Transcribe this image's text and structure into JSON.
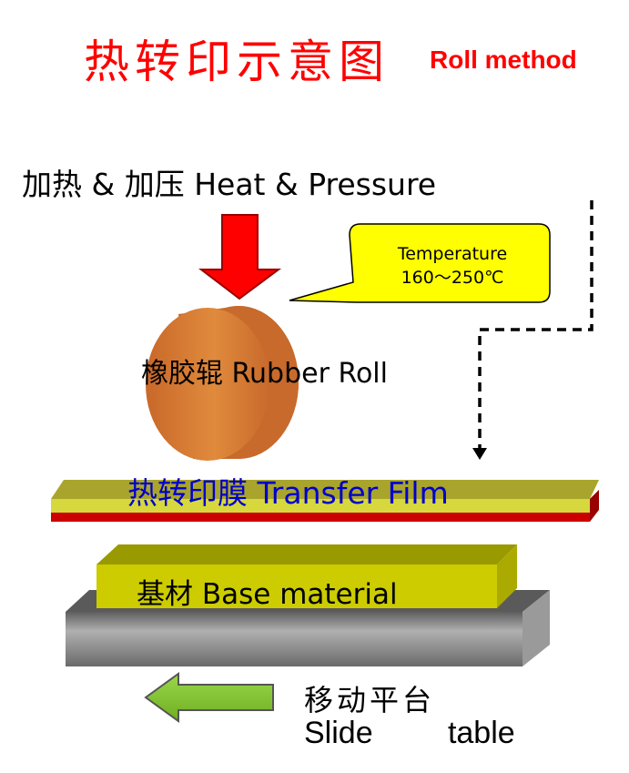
{
  "title": {
    "cn": "热转印示意图",
    "en": "Roll method"
  },
  "heat_pressure_label": "加热 & 加压 Heat & Pressure",
  "temperature_callout": {
    "line1": "Temperature",
    "line2": "160～250℃"
  },
  "rubber_roll_label": "橡胶辊 Rubber Roll",
  "transfer_film_label": "热转印膜 Transfer Film",
  "base_material_label": "基材 Base material",
  "slide_table": {
    "cn": "移动平台",
    "en": "Slide   table"
  },
  "colors": {
    "title": "#ff0000",
    "arrow_down": "#ff0000",
    "callout_fill": "#ffff00",
    "roll": "#d97a2b",
    "film_top": "#c8c23a",
    "film_red": "#cc0000",
    "base": "#cccc00",
    "table": "#8c8c8c",
    "slide_arrow": "#88cc33",
    "film_text": "#0000cc"
  }
}
